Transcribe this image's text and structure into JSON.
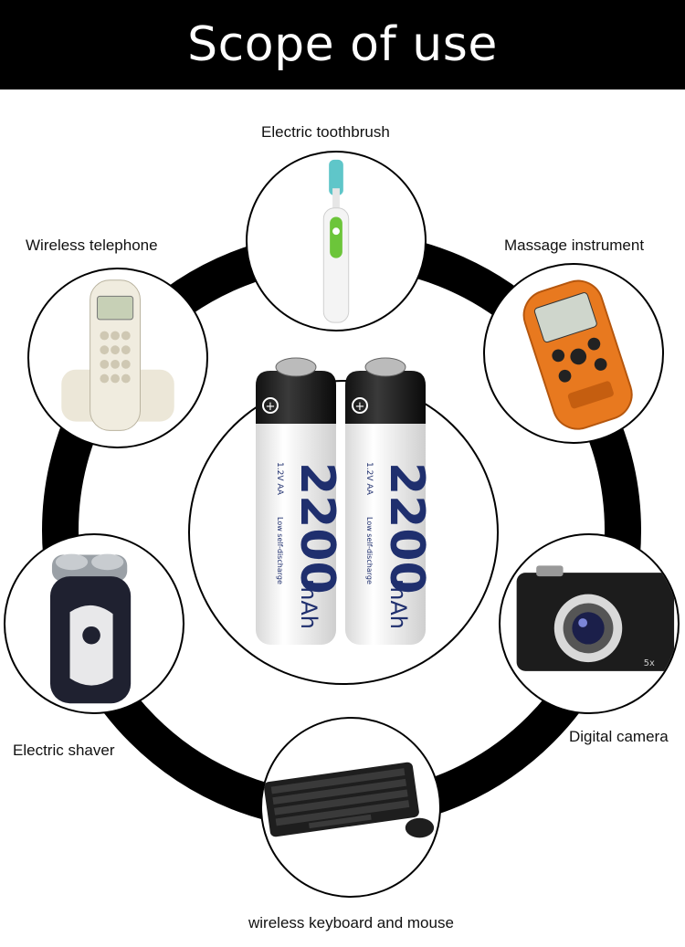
{
  "header": {
    "title": "Scope of use"
  },
  "battery": {
    "capacity": "2200",
    "unit": "mAh",
    "spec": "1.2V  AA",
    "note": "Low self-discharge",
    "plus": "+"
  },
  "devices": [
    {
      "label": "Electric toothbrush",
      "icon": "toothbrush-icon"
    },
    {
      "label": "Massage instrument",
      "icon": "massager-icon"
    },
    {
      "label": "Digital camera",
      "icon": "camera-icon"
    },
    {
      "label": "wireless keyboard and mouse",
      "icon": "keyboard-icon"
    },
    {
      "label": "Electric shaver",
      "icon": "shaver-icon"
    },
    {
      "label": "Wireless telephone",
      "icon": "phone-icon"
    }
  ],
  "colors": {
    "header_bg": "#000000",
    "ring": "#000000",
    "battery_body": "#f2f2f2",
    "battery_text": "#1f2f6e",
    "massager": "#e8791f",
    "toothbrush_accent": "#6cc53a"
  }
}
